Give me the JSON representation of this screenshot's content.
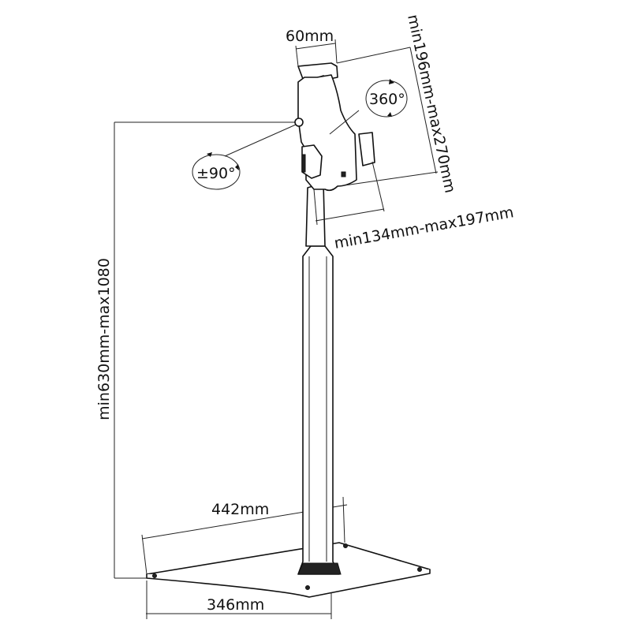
{
  "dimensions": {
    "holder_depth": "60mm",
    "holder_height": "min196mm-max270mm",
    "holder_width": "min134mm-max197mm",
    "stand_height": "min630mm-max1080",
    "base_depth": "442mm",
    "base_width": "346mm"
  },
  "rotations": {
    "swivel": "360°",
    "tilt": "±90°"
  }
}
